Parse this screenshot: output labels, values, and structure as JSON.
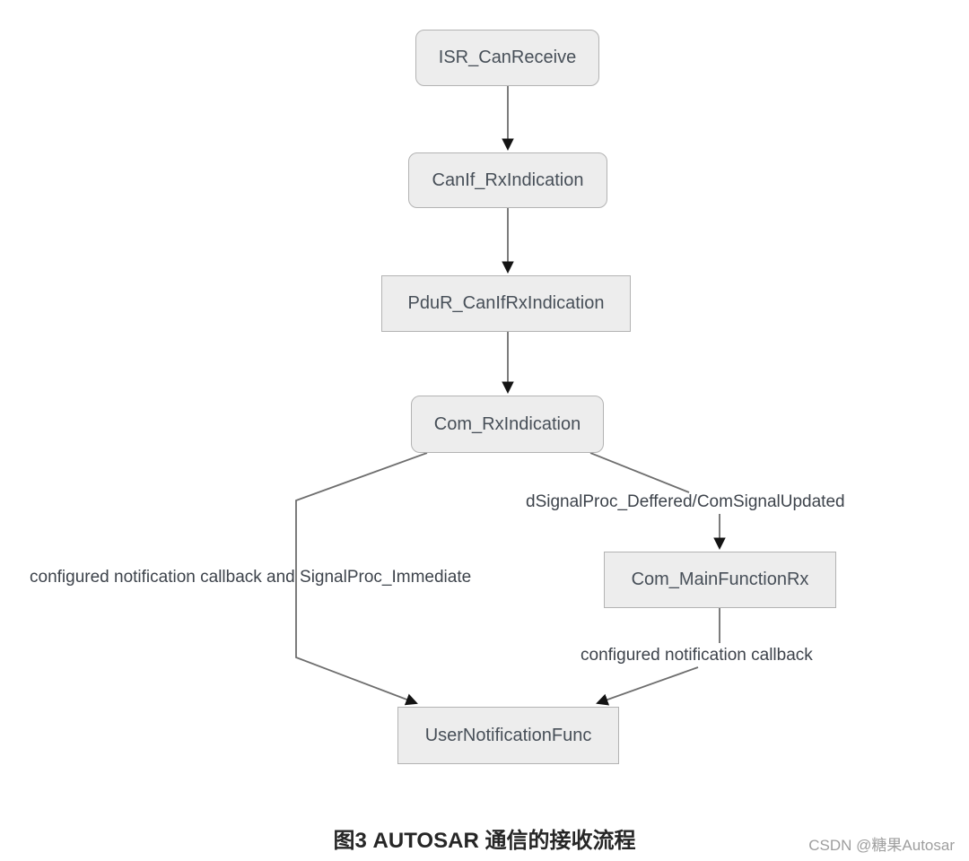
{
  "diagram": {
    "title_semantic": "AUTOSAR COM reception flow",
    "nodes": [
      {
        "id": "isr_canreceive",
        "label": "ISR_CanReceive",
        "shape": "rounded"
      },
      {
        "id": "canif_rxindication",
        "label": "CanIf_RxIndication",
        "shape": "rounded"
      },
      {
        "id": "pdur_canifrxindication",
        "label": "PduR_CanIfRxIndication",
        "shape": "rect"
      },
      {
        "id": "com_rxindication",
        "label": "Com_RxIndication",
        "shape": "rounded"
      },
      {
        "id": "com_mainfunctionrx",
        "label": "Com_MainFunctionRx",
        "shape": "rect"
      },
      {
        "id": "usernotificationfunc",
        "label": "UserNotificationFunc",
        "shape": "rect"
      }
    ],
    "edges": [
      {
        "from": "ISR_CanReceive",
        "to": "CanIf_RxIndication",
        "label": ""
      },
      {
        "from": "CanIf_RxIndication",
        "to": "PduR_CanIfRxIndication",
        "label": ""
      },
      {
        "from": "PduR_CanIfRxIndication",
        "to": "Com_RxIndication",
        "label": ""
      },
      {
        "from": "Com_RxIndication",
        "to": "UserNotificationFunc",
        "label": "configured notification callback and SignalProc_Immediate"
      },
      {
        "from": "Com_RxIndication",
        "to": "Com_MainFunctionRx",
        "label": "dSignalProc_Deffered/ComSignalUpdated"
      },
      {
        "from": "Com_MainFunctionRx",
        "to": "UserNotificationFunc",
        "label": "configured notification callback"
      }
    ],
    "edge_labels": {
      "deferred": "dSignalProc_Deffered/ComSignalUpdated",
      "immediate": "configured notification callback and SignalProc_Immediate",
      "callback": "configured notification callback"
    }
  },
  "caption": "图3 AUTOSAR 通信的接收流程",
  "watermark": "CSDN @糖果Autosar",
  "colors": {
    "background": "#ffffff",
    "node_fill": "#ededed",
    "node_border": "#b3b3b3",
    "node_text": "#474f58",
    "connector_line": "#6e6e6e",
    "arrowhead": "#141414",
    "caption_text": "#262626",
    "watermark_text": "#9e9e9e"
  }
}
